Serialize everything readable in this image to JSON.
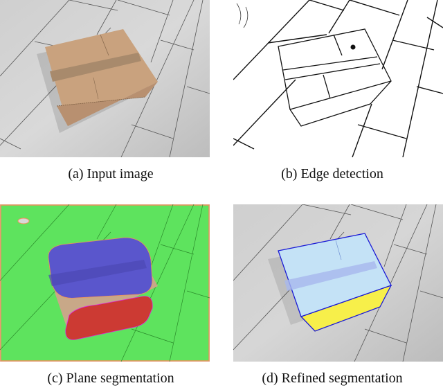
{
  "figure": {
    "panels": [
      {
        "id": "a",
        "caption": "(a) Input image"
      },
      {
        "id": "b",
        "caption": "(b) Edge detection"
      },
      {
        "id": "c",
        "caption": "(c) Plane segmentation"
      },
      {
        "id": "d",
        "caption": "(d) Refined segmentation"
      }
    ],
    "colors": {
      "floor_marble": "#c9c9c9",
      "box_cardboard": "#c9a27e",
      "tape": "#a88a6c",
      "seg_floor_green": "#5ee35e",
      "seg_top_blue": "#5a56cc",
      "seg_side_red": "#cc3a33",
      "seg_border_orange": "#f0905a",
      "refined_top_lightblue": "#c4e2f6",
      "refined_side_yellow": "#f7ef4a",
      "refined_outline_blue": "#1a1ad6"
    }
  }
}
